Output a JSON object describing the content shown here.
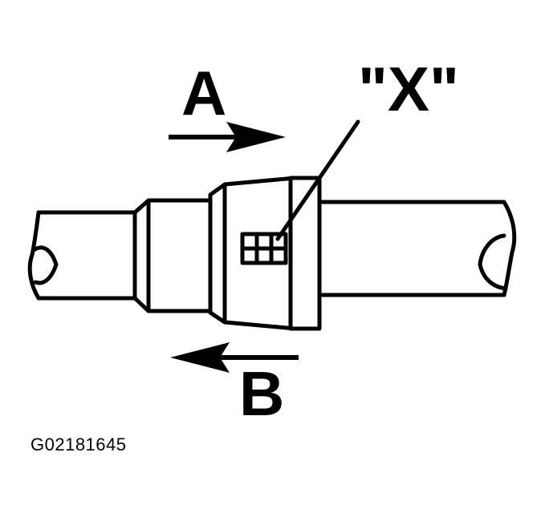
{
  "labels": {
    "a": "A",
    "b": "B",
    "x": "\"X\""
  },
  "figure_code": "G02181645",
  "colors": {
    "ink": "#000000",
    "paper": "#ffffff"
  }
}
